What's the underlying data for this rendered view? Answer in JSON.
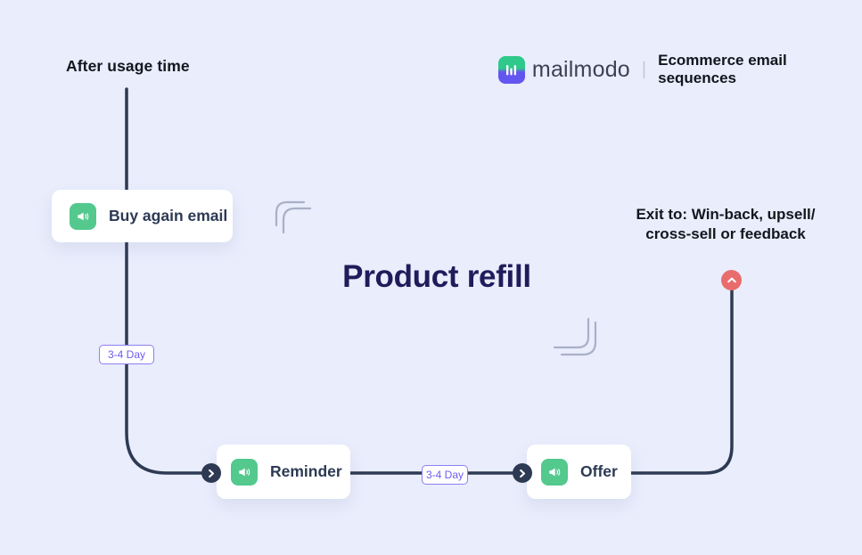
{
  "page": {
    "heading": "After usage time",
    "title": "Product refill",
    "exit_note": {
      "line1": "Exit to: Win-back, upsell/",
      "line2": "cross-sell or feedback"
    }
  },
  "brand": {
    "name": "mailmodo",
    "divider": "|",
    "series_title": "Ecommerce email sequences"
  },
  "flow": {
    "nodes": [
      {
        "label": "Buy again email",
        "icon": "megaphone-icon"
      },
      {
        "label": "Reminder",
        "icon": "megaphone-icon"
      },
      {
        "label": "Offer",
        "icon": "megaphone-icon"
      }
    ],
    "delays": [
      {
        "label": "3-4 Day"
      },
      {
        "label": "3-4 Day"
      }
    ],
    "exit_marker": "chevron-up"
  },
  "colors": {
    "background": "#E9EDFC",
    "flow_line": "#2E3A53",
    "node_icon_green": "#53C98E",
    "exit_red": "#E96C6C",
    "delay_purple": "#6C5CF0",
    "title_navy": "#201C5B",
    "text_dark": "#14161E",
    "logo_green": "#2FC98B",
    "logo_purple": "#6355F0",
    "decorative_gray": "#A9B0C6"
  }
}
